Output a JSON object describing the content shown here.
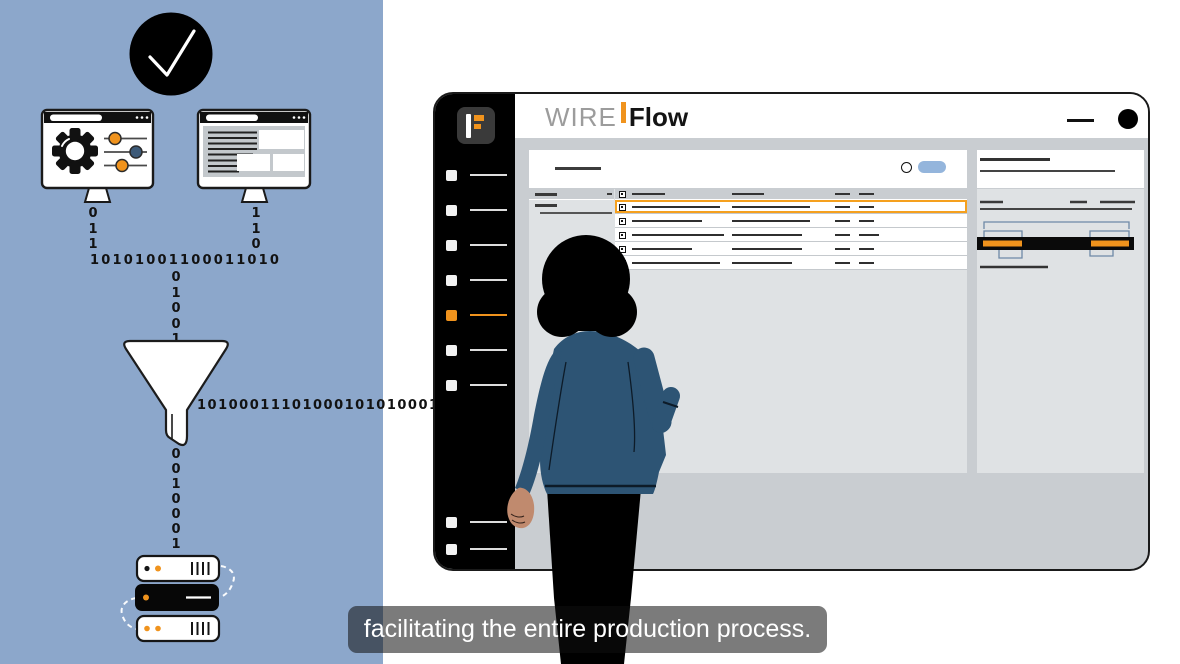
{
  "caption": {
    "text": "facilitating the entire production process."
  },
  "brand": {
    "wire": "WIRE",
    "flow": "Flow"
  },
  "colors": {
    "blue_bg": "#8CA7CB",
    "orange": "#F0931D",
    "row_highlight": "#F5A01E",
    "toggle_blue": "#94B5DC",
    "slider_blue": "#3D5A78",
    "sweater_blue": "#2D5474",
    "skin_tan": "#C08A6E",
    "window_gray": "#C9CDD1",
    "canvas_gray": "#DFE2E4",
    "screen_gray": "#C3C8CC",
    "bracket_blue": "#6E89A6"
  },
  "left_illustration": {
    "checkmark_icon": "checkmark-circle",
    "binary": {
      "left_monitor_column": "011",
      "right_monitor_column": "110",
      "merge_row": "10101001100011010",
      "funnel_input_column": "01001",
      "output_row": "10100011101000101010001",
      "funnel_output_column": "0010001"
    }
  },
  "app_window": {
    "sidebar": {
      "items": [
        {
          "state": "default"
        },
        {
          "state": "default"
        },
        {
          "state": "default"
        },
        {
          "state": "default"
        },
        {
          "state": "active"
        },
        {
          "state": "default"
        },
        {
          "state": "default"
        },
        {
          "state": "default"
        },
        {
          "state": "default"
        }
      ]
    },
    "table": {
      "header": {
        "long": 33,
        "mid": 32,
        "shorts": [
          15,
          15
        ]
      },
      "rows": [
        {
          "long": 88,
          "mid": 78,
          "shorts": [
            15,
            15
          ],
          "highlighted": true
        },
        {
          "long": 70,
          "mid": 78,
          "shorts": [
            15,
            15
          ],
          "highlighted": false
        },
        {
          "long": 92,
          "mid": 70,
          "shorts": [
            15,
            20
          ],
          "highlighted": false
        },
        {
          "long": 60,
          "mid": 70,
          "shorts": [
            15,
            15
          ],
          "highlighted": false
        },
        {
          "long": 88,
          "mid": 60,
          "shorts": [
            15,
            15
          ],
          "highlighted": false
        }
      ]
    }
  }
}
